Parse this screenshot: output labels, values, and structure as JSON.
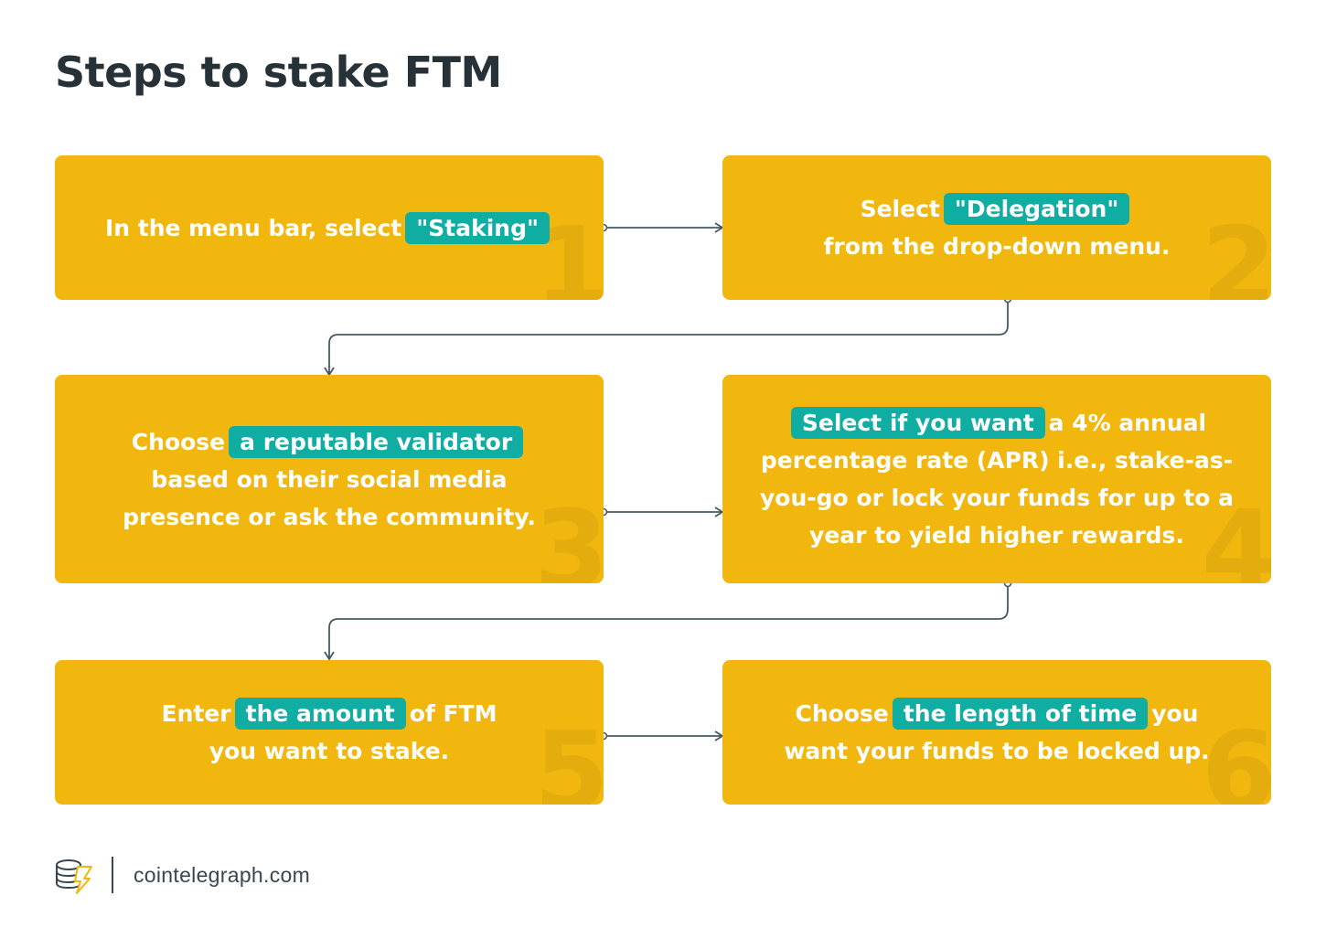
{
  "title": "Steps to stake FTM",
  "colors": {
    "box": "#F2B70F",
    "highlight": "#10ADA3",
    "title": "#263238",
    "connector": "#455A64"
  },
  "steps": [
    {
      "number": "1",
      "parts": [
        {
          "t": "In the menu bar, select"
        },
        {
          "t": "\"Staking\"",
          "hl": true
        }
      ]
    },
    {
      "number": "2",
      "parts": [
        {
          "t": "Select"
        },
        {
          "t": "\"Delegation\"",
          "hl": true
        },
        {
          "br": true
        },
        {
          "t": "from the drop-down menu."
        }
      ]
    },
    {
      "number": "3",
      "parts": [
        {
          "t": "Choose"
        },
        {
          "t": "a reputable validator",
          "hl": true
        },
        {
          "br": true
        },
        {
          "t": "based on their social media"
        },
        {
          "br": true
        },
        {
          "t": "presence or ask the community."
        }
      ]
    },
    {
      "number": "4",
      "parts": [
        {
          "t": "Select if you want",
          "hl": true
        },
        {
          "t": "a 4% annual"
        },
        {
          "br": true
        },
        {
          "t": "percentage rate (APR) i.e., stake-as-"
        },
        {
          "br": true
        },
        {
          "t": "you-go or lock your funds for up to a"
        },
        {
          "br": true
        },
        {
          "t": "year to yield higher rewards."
        }
      ]
    },
    {
      "number": "5",
      "parts": [
        {
          "t": "Enter"
        },
        {
          "t": "the amount",
          "hl": true
        },
        {
          "t": "of FTM"
        },
        {
          "br": true
        },
        {
          "t": "you want to stake."
        }
      ]
    },
    {
      "number": "6",
      "parts": [
        {
          "t": "Choose"
        },
        {
          "t": "the length of time",
          "hl": true
        },
        {
          "t": "you"
        },
        {
          "br": true
        },
        {
          "t": "want your funds to be locked up."
        }
      ]
    }
  ],
  "footer": {
    "logo_icon": "cointelegraph-logo-icon",
    "site": "cointelegraph.com"
  }
}
